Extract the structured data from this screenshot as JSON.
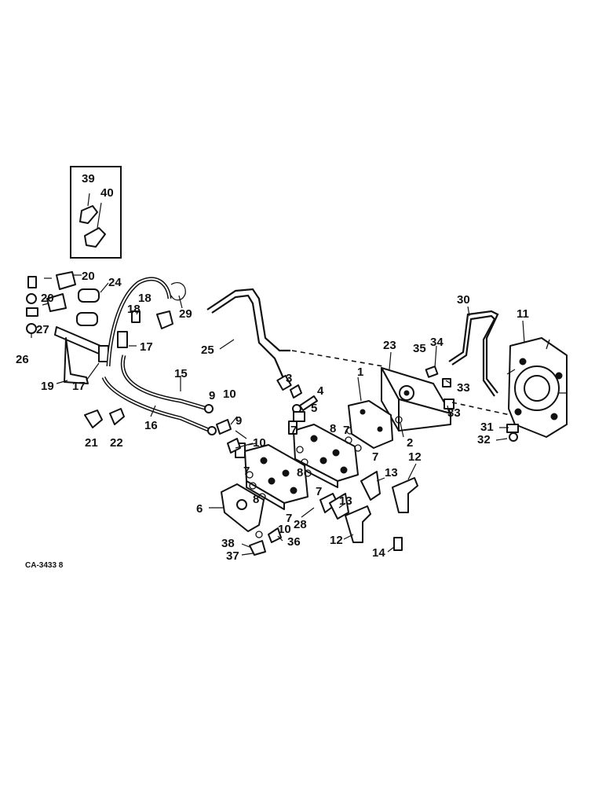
{
  "diagram": {
    "figure_code": "CA-3433 8",
    "callouts": [
      "1",
      "2",
      "3",
      "4",
      "5",
      "6",
      "7",
      "8",
      "9",
      "10",
      "11",
      "12",
      "13",
      "14",
      "15",
      "16",
      "17",
      "18",
      "19",
      "20",
      "21",
      "22",
      "23",
      "24",
      "25",
      "26",
      "27",
      "28",
      "29",
      "30",
      "31",
      "32",
      "33",
      "34",
      "35",
      "36",
      "37",
      "38",
      "39",
      "40"
    ],
    "colors": {
      "ink": "#111111",
      "paper": "#ffffff"
    }
  }
}
